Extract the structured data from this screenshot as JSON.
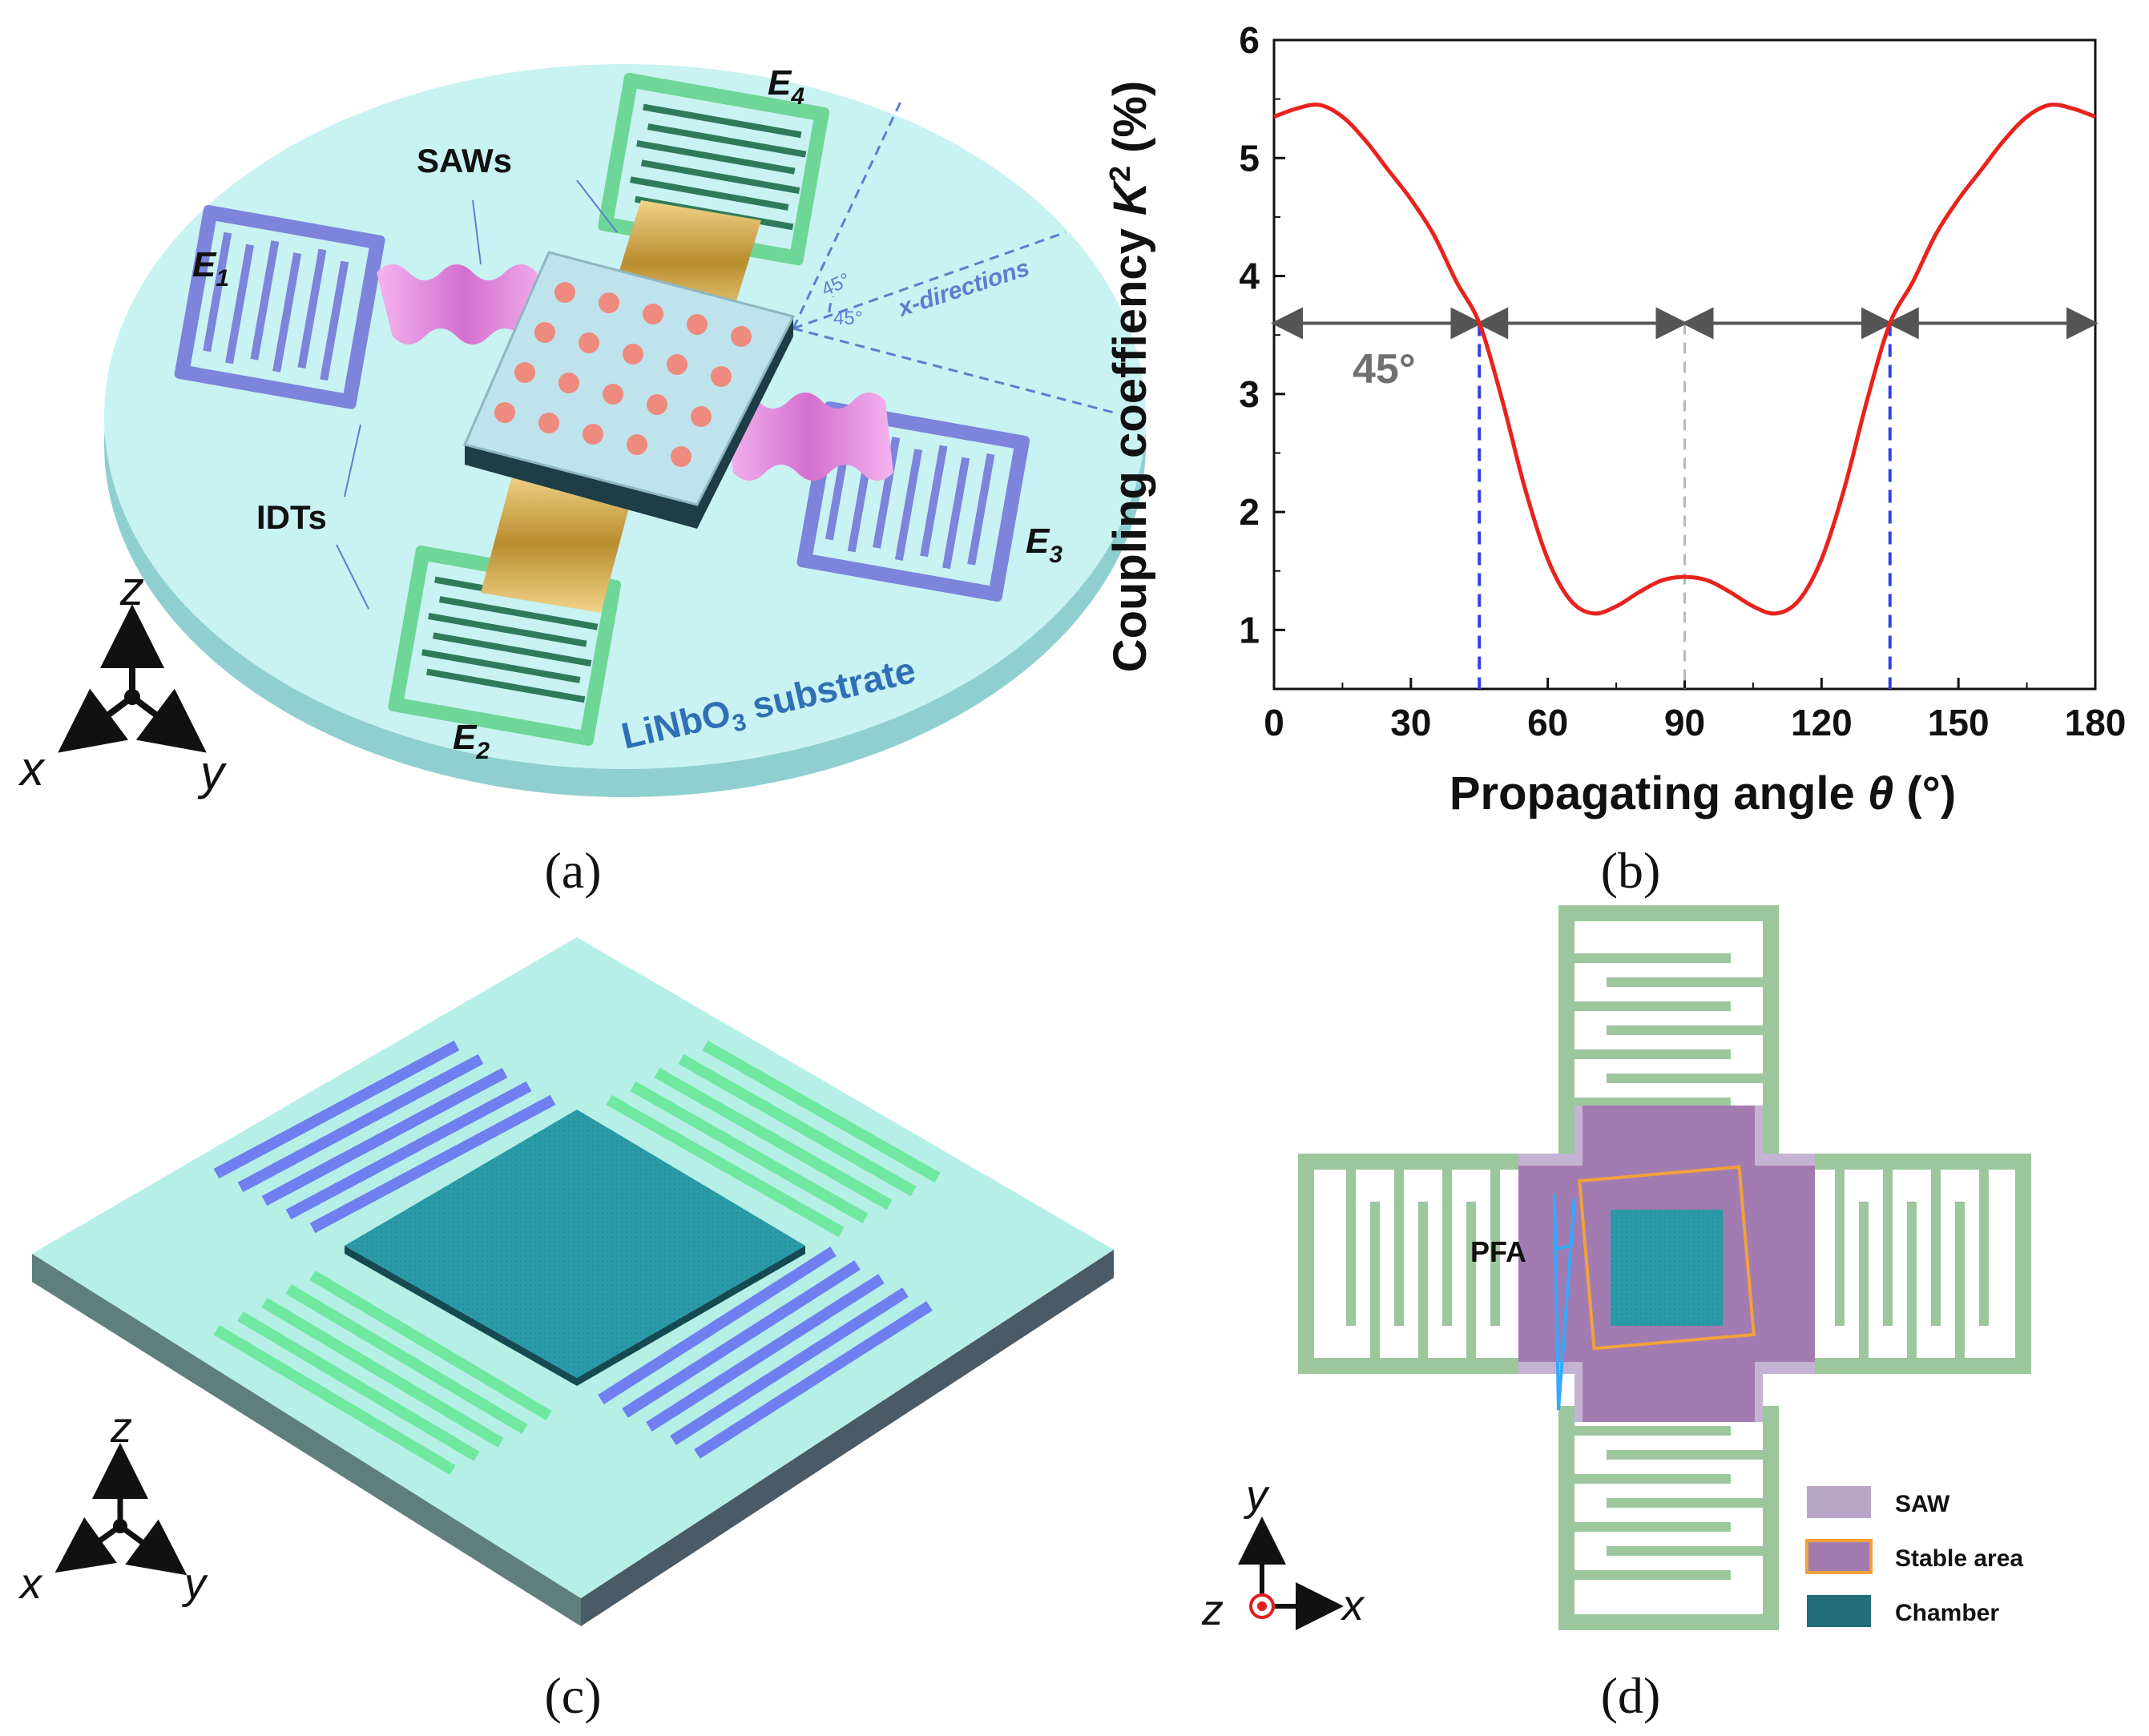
{
  "panels": {
    "a": {
      "caption": "(a)",
      "labels": {
        "saws": "SAWs",
        "idts": "IDTs",
        "e1": "E",
        "e1_sub": "1",
        "e2": "E",
        "e2_sub": "2",
        "e3": "E",
        "e3_sub": "3",
        "e4": "E",
        "e4_sub": "4",
        "angle_top": "45°",
        "angle_bottom": "45°",
        "x_directions": "x-directions",
        "substrate_main": "LiNbO",
        "substrate_sub": "3",
        "substrate_rest": " substrate",
        "axis_z": "z",
        "axis_x": "x",
        "axis_y": "y"
      }
    },
    "b": {
      "caption": "(b)",
      "annotation_45": "45°"
    },
    "c": {
      "caption": "(c)",
      "axis_z": "z",
      "axis_x": "x",
      "axis_y": "y"
    },
    "d": {
      "caption": "(d)",
      "pfa_label": "PFA",
      "legend": [
        {
          "label": "SAW",
          "color": "#b8a7c8"
        },
        {
          "label": "Stable area",
          "color": "#f0a13a"
        },
        {
          "label": "Chamber",
          "color": "#1f6e79"
        }
      ],
      "axis_y": "y",
      "axis_x": "x",
      "axis_z": "z"
    }
  },
  "colors": {
    "substrate": "#c9f2f2",
    "idt_blue": "#8e95e4",
    "idt_green": "#7fe2a3",
    "saw_pink": "#e98fe0",
    "saw_gold": "#d9b45a",
    "curve": "#e8231d",
    "guide_blue": "#3140e6",
    "guide_gray": "#b8b8b8"
  },
  "chart_data": {
    "type": "line",
    "xlabel": "Propagating angle θ (°)",
    "ylabel": "Coupling coeffiency K² (%)",
    "xlim": [
      0,
      180
    ],
    "ylim": [
      0.5,
      6
    ],
    "xticks": [
      0,
      30,
      60,
      90,
      120,
      150,
      180
    ],
    "yticks": [
      1,
      2,
      3,
      4,
      5,
      6
    ],
    "x": [
      0,
      5,
      10,
      15,
      20,
      25,
      30,
      35,
      40,
      45,
      50,
      55,
      60,
      65,
      70,
      75,
      80,
      85,
      90,
      95,
      100,
      105,
      110,
      115,
      120,
      125,
      130,
      135,
      140,
      145,
      150,
      155,
      160,
      165,
      170,
      175,
      180
    ],
    "y": [
      5.35,
      5.42,
      5.45,
      5.35,
      5.15,
      4.9,
      4.65,
      4.35,
      3.95,
      3.6,
      2.95,
      2.2,
      1.6,
      1.25,
      1.14,
      1.2,
      1.32,
      1.42,
      1.45,
      1.42,
      1.32,
      1.2,
      1.14,
      1.25,
      1.6,
      2.2,
      2.95,
      3.6,
      3.95,
      4.35,
      4.65,
      4.9,
      5.15,
      5.35,
      5.45,
      5.42,
      5.35
    ],
    "guides": {
      "level": 3.6,
      "x_lines": [
        45,
        135
      ],
      "center_line": 90
    }
  }
}
